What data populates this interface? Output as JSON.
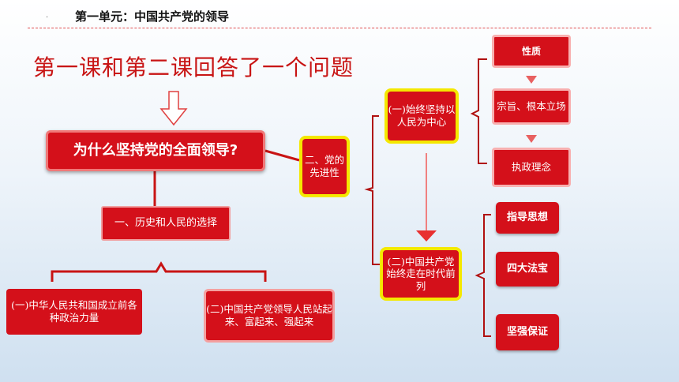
{
  "header": {
    "dot": ".",
    "title": "第一单元：中国共产党的领导"
  },
  "title": "第一课和第二课回答了一个问题",
  "main_question": "为什么坚持党的全面领导?",
  "branch_history": {
    "label": "一、历史和人民的选择",
    "left": "(一)中华人民共和国成立前各种政治力量",
    "right": "(二)中国共产党领导人民站起来、富起来、强起来"
  },
  "branch_party": {
    "label": "二、党的先进性",
    "people": "(一)始终坚持以人民为中心",
    "times": "(二)中国共产党始终走在时代前列"
  },
  "people_details": [
    "性质",
    "宗旨、根本立场",
    "执政理念"
  ],
  "times_details": [
    "指导思想",
    "四大法宝",
    "坚强保证"
  ],
  "colors": {
    "box_red": "#d4101a",
    "title_red": "#c81414",
    "highlight_yellow": "#f4e800",
    "line_red": "#c81414"
  }
}
